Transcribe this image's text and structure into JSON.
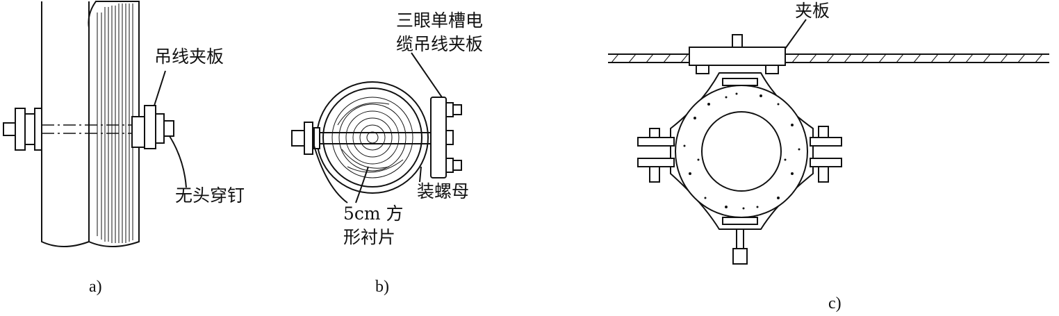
{
  "panel_a": {
    "caption": "a)",
    "label_clamp": "吊线夹板",
    "label_nail": "无头穿钉"
  },
  "panel_b": {
    "caption": "b)",
    "label_plate_line1": "三眼单槽电",
    "label_plate_line2": "缆吊线夹板",
    "label_nut": "装螺母",
    "label_washer_line1": "5cm 方",
    "label_washer_line2": "形衬片"
  },
  "panel_c": {
    "caption": "c)",
    "label_clamp": "夹板"
  }
}
